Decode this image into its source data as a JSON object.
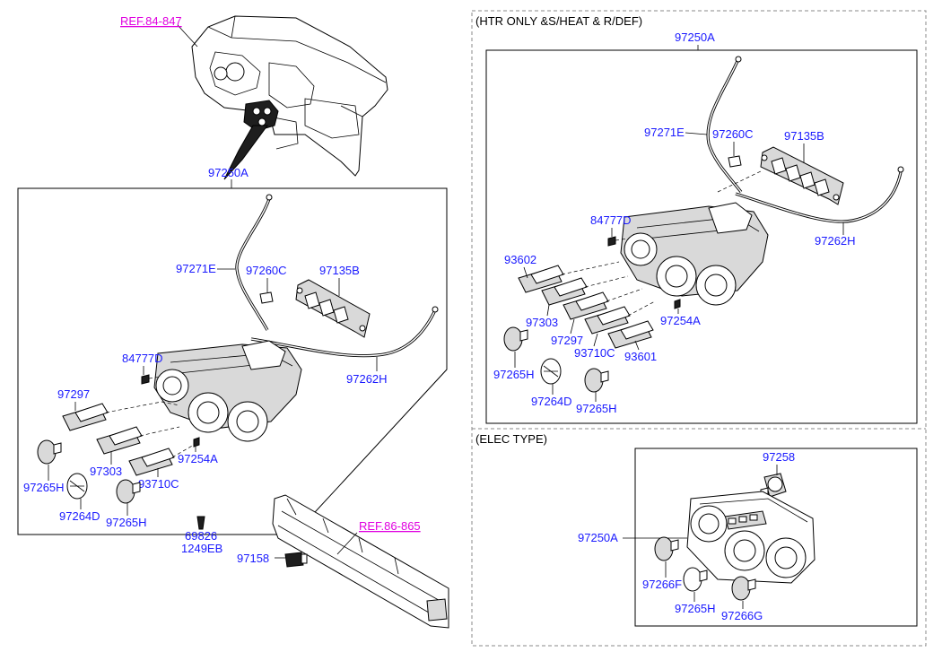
{
  "refs": {
    "dash_ref": "REF.84-847",
    "bar_ref": "REF.86-865"
  },
  "sections": {
    "heat_sdef": "(HTR ONLY &S/HEAT & R/DEF)",
    "elec": "(ELEC TYPE)"
  },
  "left": {
    "assembly": "97250A",
    "cable_a": "97271E",
    "clip": "97260C",
    "panel": "97135B",
    "cable_b": "97262H",
    "screw": "84777D",
    "switch_a": "97297",
    "switch_b": "97303",
    "switch_c": "93710C",
    "bulb": "97254A",
    "knob_a": "97265H",
    "knob_b": "97264D",
    "knob_c": "97265H",
    "bolt_a": "69826",
    "bolt_b": "1249EB",
    "sensor": "97158"
  },
  "right_top": {
    "assembly": "97250A",
    "cable_a": "97271E",
    "clip": "97260C",
    "panel": "97135B",
    "screw": "84777D",
    "cable_b": "97262H",
    "switch_d": "93602",
    "switch_b": "97303",
    "switch_a": "97297",
    "switch_c": "93710C",
    "switch_e": "93601",
    "bulb": "97254A",
    "knob_a": "97265H",
    "knob_b": "97264D",
    "knob_c": "97265H"
  },
  "right_bottom": {
    "actuator": "97258",
    "assembly": "97250A",
    "knob_a": "97266F",
    "knob_b": "97265H",
    "knob_c": "97266G"
  }
}
